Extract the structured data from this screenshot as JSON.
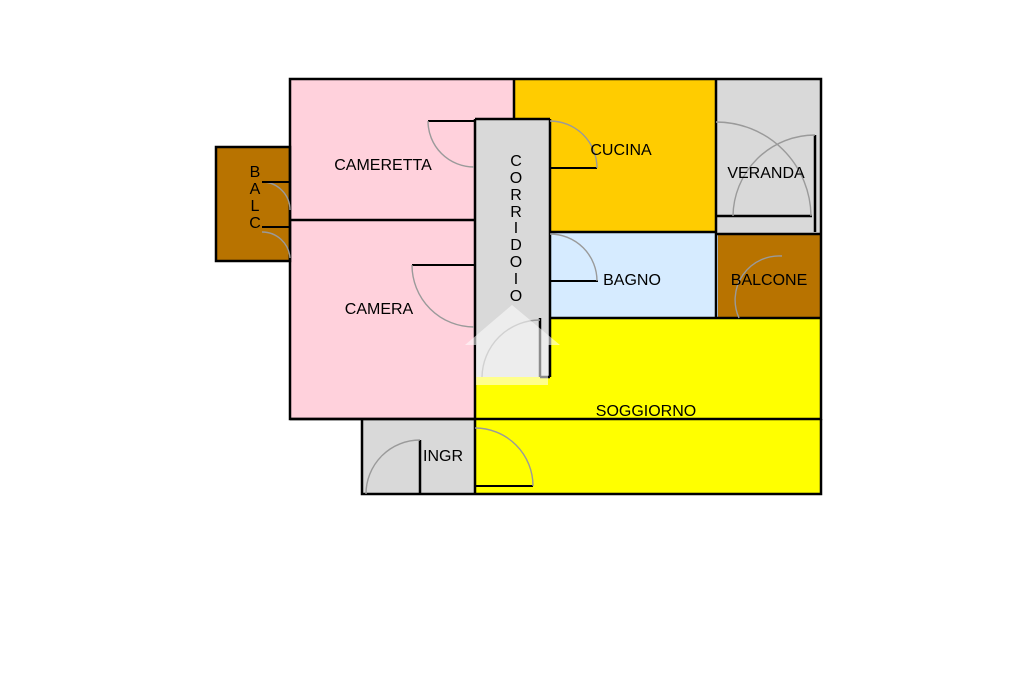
{
  "colors": {
    "camere": "#ffd1dc",
    "cucina": "#ffcc00",
    "bagno": "#d6ebff",
    "soggiorno": "#ffff00",
    "balconi": "#b87300",
    "corridoio": "#d9d9d9",
    "wall": "#000000",
    "door_arc": "#9a9a9a"
  },
  "rooms": {
    "cameretta": "CAMERETTA",
    "camera": "CAMERA",
    "corridoio_letters": [
      "C",
      "O",
      "R",
      "R",
      "I",
      "D",
      "O",
      "I",
      "O"
    ],
    "cucina": "CUCINA",
    "veranda": "VERANDA",
    "bagno": "BAGNO",
    "balcone": "BALCONE",
    "soggiorno": "SOGGIORNO",
    "ingresso": "INGR",
    "balc_letters": [
      "B",
      "A",
      "L",
      "C"
    ]
  }
}
